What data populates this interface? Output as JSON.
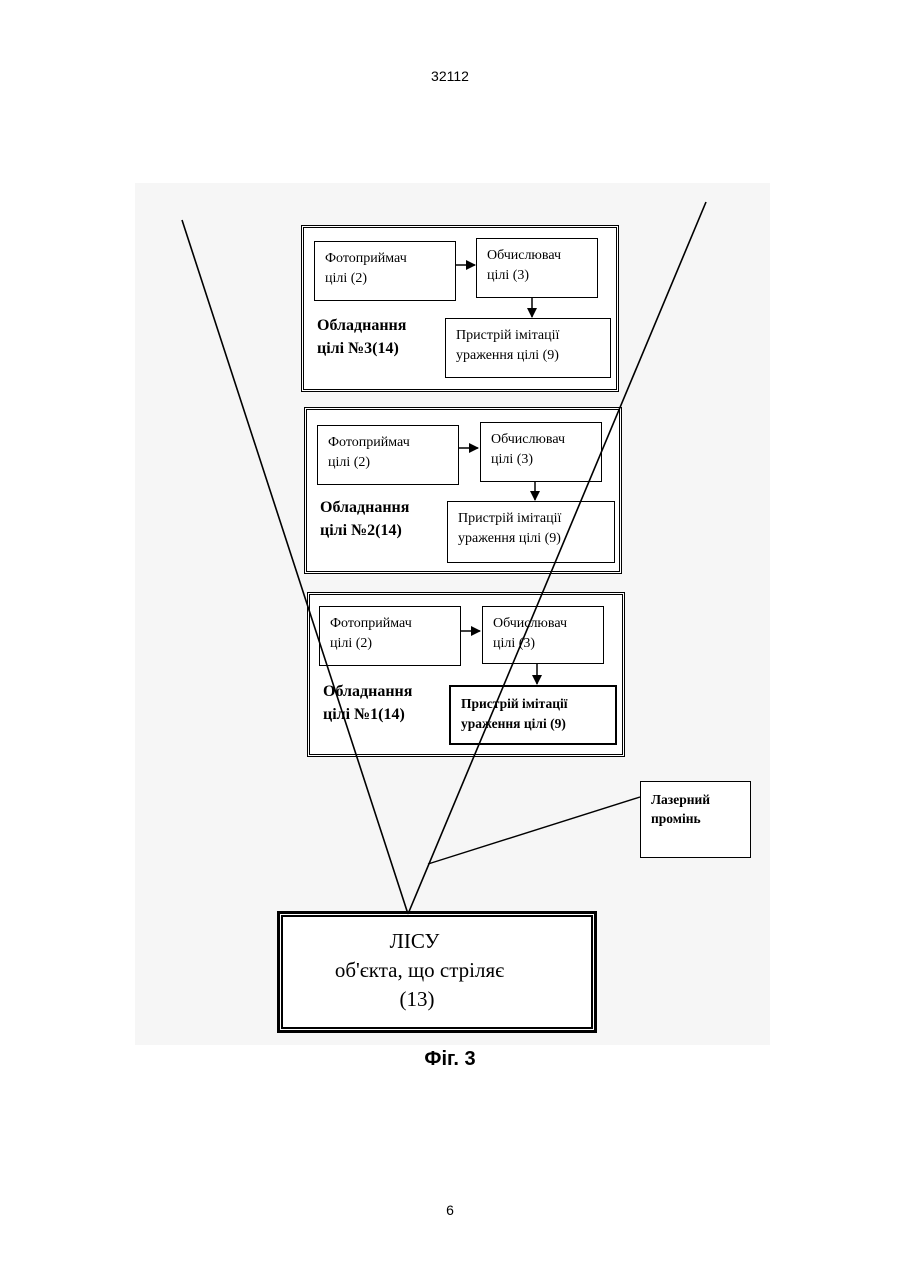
{
  "page": {
    "number_top": "32112",
    "number_bottom": "6",
    "caption": "Фіг. 3"
  },
  "equipment": [
    {
      "label_line1": "Обладнання",
      "label_line2": "цілі №3(14)",
      "photoreceiver_line1": "Фотоприймач",
      "photoreceiver_line2": "цілі (2)",
      "calculator_line1": "Обчислювач",
      "calculator_line2": "цілі (3)",
      "imitation_line1": "Пристрій імітації",
      "imitation_line2": "ураження цілі (9)"
    },
    {
      "label_line1": "Обладнання",
      "label_line2": "цілі №2(14)",
      "photoreceiver_line1": "Фотоприймач",
      "photoreceiver_line2": "цілі (2)",
      "calculator_line1": "Обчислювач",
      "calculator_line2": "цілі (3)",
      "imitation_line1": "Пристрій імітації",
      "imitation_line2": "ураження цілі (9)"
    },
    {
      "label_line1": "Обладнання",
      "label_line2": "цілі №1(14)",
      "photoreceiver_line1": "Фотоприймач",
      "photoreceiver_line2": "цілі (2)",
      "calculator_line1": "Обчислювач",
      "calculator_line2": "цілі (3)",
      "imitation_line1": "Пристрій імітації",
      "imitation_line2": "ураження цілі (9)"
    }
  ],
  "laser_callout": {
    "line1": "Лазерний",
    "line2": "промінь"
  },
  "lisu": {
    "line1": "ЛІСУ",
    "line2": "об'єкта, що стріляє",
    "line3": "(13)"
  }
}
